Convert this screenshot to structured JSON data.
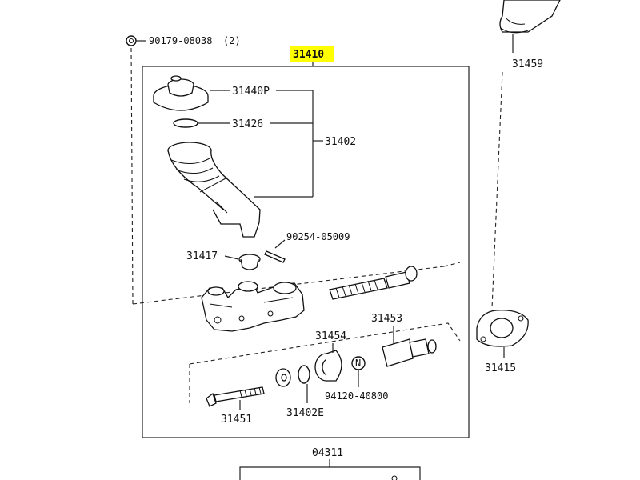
{
  "diagram": {
    "highlight_color": "#ffff00",
    "callouts": {
      "assembly": "31410",
      "bolt_top": "90179-08038",
      "bolt_top_qty": "(2)",
      "bracket_top": "31459",
      "boot": "31440P",
      "oring": "31426",
      "reservoir_kit": "31402",
      "pin": "90254-05009",
      "grommet": "31417",
      "piston": "31453",
      "seal": "31454",
      "nut_n": "94120-40800",
      "push_rod": "31451",
      "kit_e": "31402E",
      "gasket": "31415",
      "bottom": "04311"
    },
    "n_marker": "N"
  }
}
